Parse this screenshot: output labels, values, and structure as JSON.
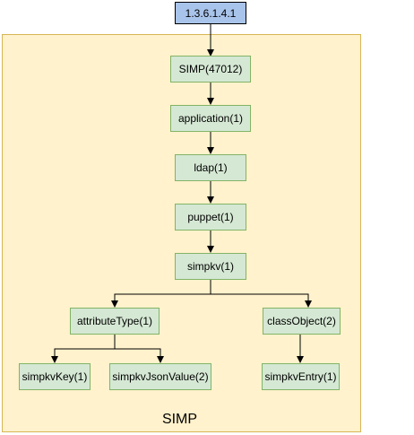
{
  "diagram": {
    "root": "1.3.6.1.4.1",
    "container_label": "SIMP",
    "nodes": {
      "simp": "SIMP(47012)",
      "application": "application(1)",
      "ldap": "ldap(1)",
      "puppet": "puppet(1)",
      "simpkv": "simpkv(1)",
      "attributeType": "attributeType(1)",
      "classObject": "classObject(2)",
      "simpkvKey": "simpkvKey(1)",
      "simpkvJsonValue": "simpkvJsonValue(2)",
      "simpkvEntry": "simpkvEntry(1)"
    },
    "edges": [
      [
        "root",
        "simp"
      ],
      [
        "simp",
        "application"
      ],
      [
        "application",
        "ldap"
      ],
      [
        "ldap",
        "puppet"
      ],
      [
        "puppet",
        "simpkv"
      ],
      [
        "simpkv",
        "attributeType"
      ],
      [
        "simpkv",
        "classObject"
      ],
      [
        "attributeType",
        "simpkvKey"
      ],
      [
        "attributeType",
        "simpkvJsonValue"
      ],
      [
        "classObject",
        "simpkvEntry"
      ]
    ],
    "colors": {
      "container_fill": "#fff2cc",
      "container_stroke": "#d6b656",
      "node_fill": "#d5e8d4",
      "node_stroke": "#82b366",
      "root_fill": "#a9c4eb"
    }
  }
}
